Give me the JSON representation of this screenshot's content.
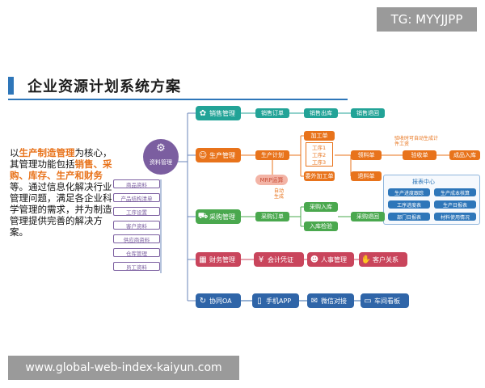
{
  "watermarks": {
    "top": "TG: MYYJJPP",
    "bottom": "www.global-web-index-kaiyun.com"
  },
  "title": "企业资源计划系统方案",
  "intro": {
    "p1": "以",
    "h1": "生产制造管理",
    "p2": "为核心，其管理功能包括",
    "h2": "销售、采购、库存、生产和财务",
    "p3": "等。通过信息化解决行业管理问题，满足各企业科学管理的需求，并为制造管理提供完善的解决方案。"
  },
  "core": {
    "label": "资料管理",
    "icon": "gear-icon",
    "items": [
      "商品资料",
      "产品结构清单",
      "工序设置",
      "客户资料",
      "供应商资料",
      "仓库管理",
      "员工资料"
    ]
  },
  "sales": {
    "module": "销售管理",
    "icon": "coins-icon",
    "steps": [
      "销售订单",
      "销售出库",
      "销售退回"
    ]
  },
  "production": {
    "module": "生产管理",
    "icon": "worker-icon",
    "plan": "生产计划",
    "mrp": "MRP运算",
    "auto_gen": "自动生成",
    "process": "加工单",
    "process_steps": [
      "工序1",
      "工序2",
      "工序3"
    ],
    "outsource": "委外加工单",
    "material_pick": "领料单",
    "material_return": "退料单",
    "inspect_note": "验收时可自动生成计件工资",
    "inspect": "验收单",
    "finished_in": "成品入库"
  },
  "report_center": {
    "title": "报表中心",
    "items": [
      "生产进度跟踪",
      "生产成本核算",
      "工序进度表",
      "生产日报表",
      "部门日报表",
      "材料使用情况"
    ]
  },
  "purchase": {
    "module": "采购管理",
    "icon": "cart-icon",
    "order": "采购订单",
    "in": "采购入库",
    "inspect": "入库检验",
    "return": "采购退回"
  },
  "finance": {
    "module": "财务管理",
    "icon": "calculator-icon",
    "items": [
      {
        "label": "会计凭证",
        "icon": "yen-icon"
      },
      {
        "label": "人事管理",
        "icon": "person-icon"
      },
      {
        "label": "客户关系",
        "icon": "handshake-icon"
      }
    ]
  },
  "collab": {
    "module": "协同OA",
    "icon": "cycle-icon",
    "items": [
      {
        "label": "手机APP",
        "icon": "phone-icon"
      },
      {
        "label": "微信对接",
        "icon": "chat-icon"
      },
      {
        "label": "车间看板",
        "icon": "monitor-icon"
      }
    ]
  },
  "colors": {
    "blue": "#2e76b9",
    "teal": "#22a397",
    "orange": "#e8731b",
    "green": "#4aa84e",
    "purple": "#7b5ea0",
    "red": "#c9455c",
    "navy": "#2f65a8"
  }
}
